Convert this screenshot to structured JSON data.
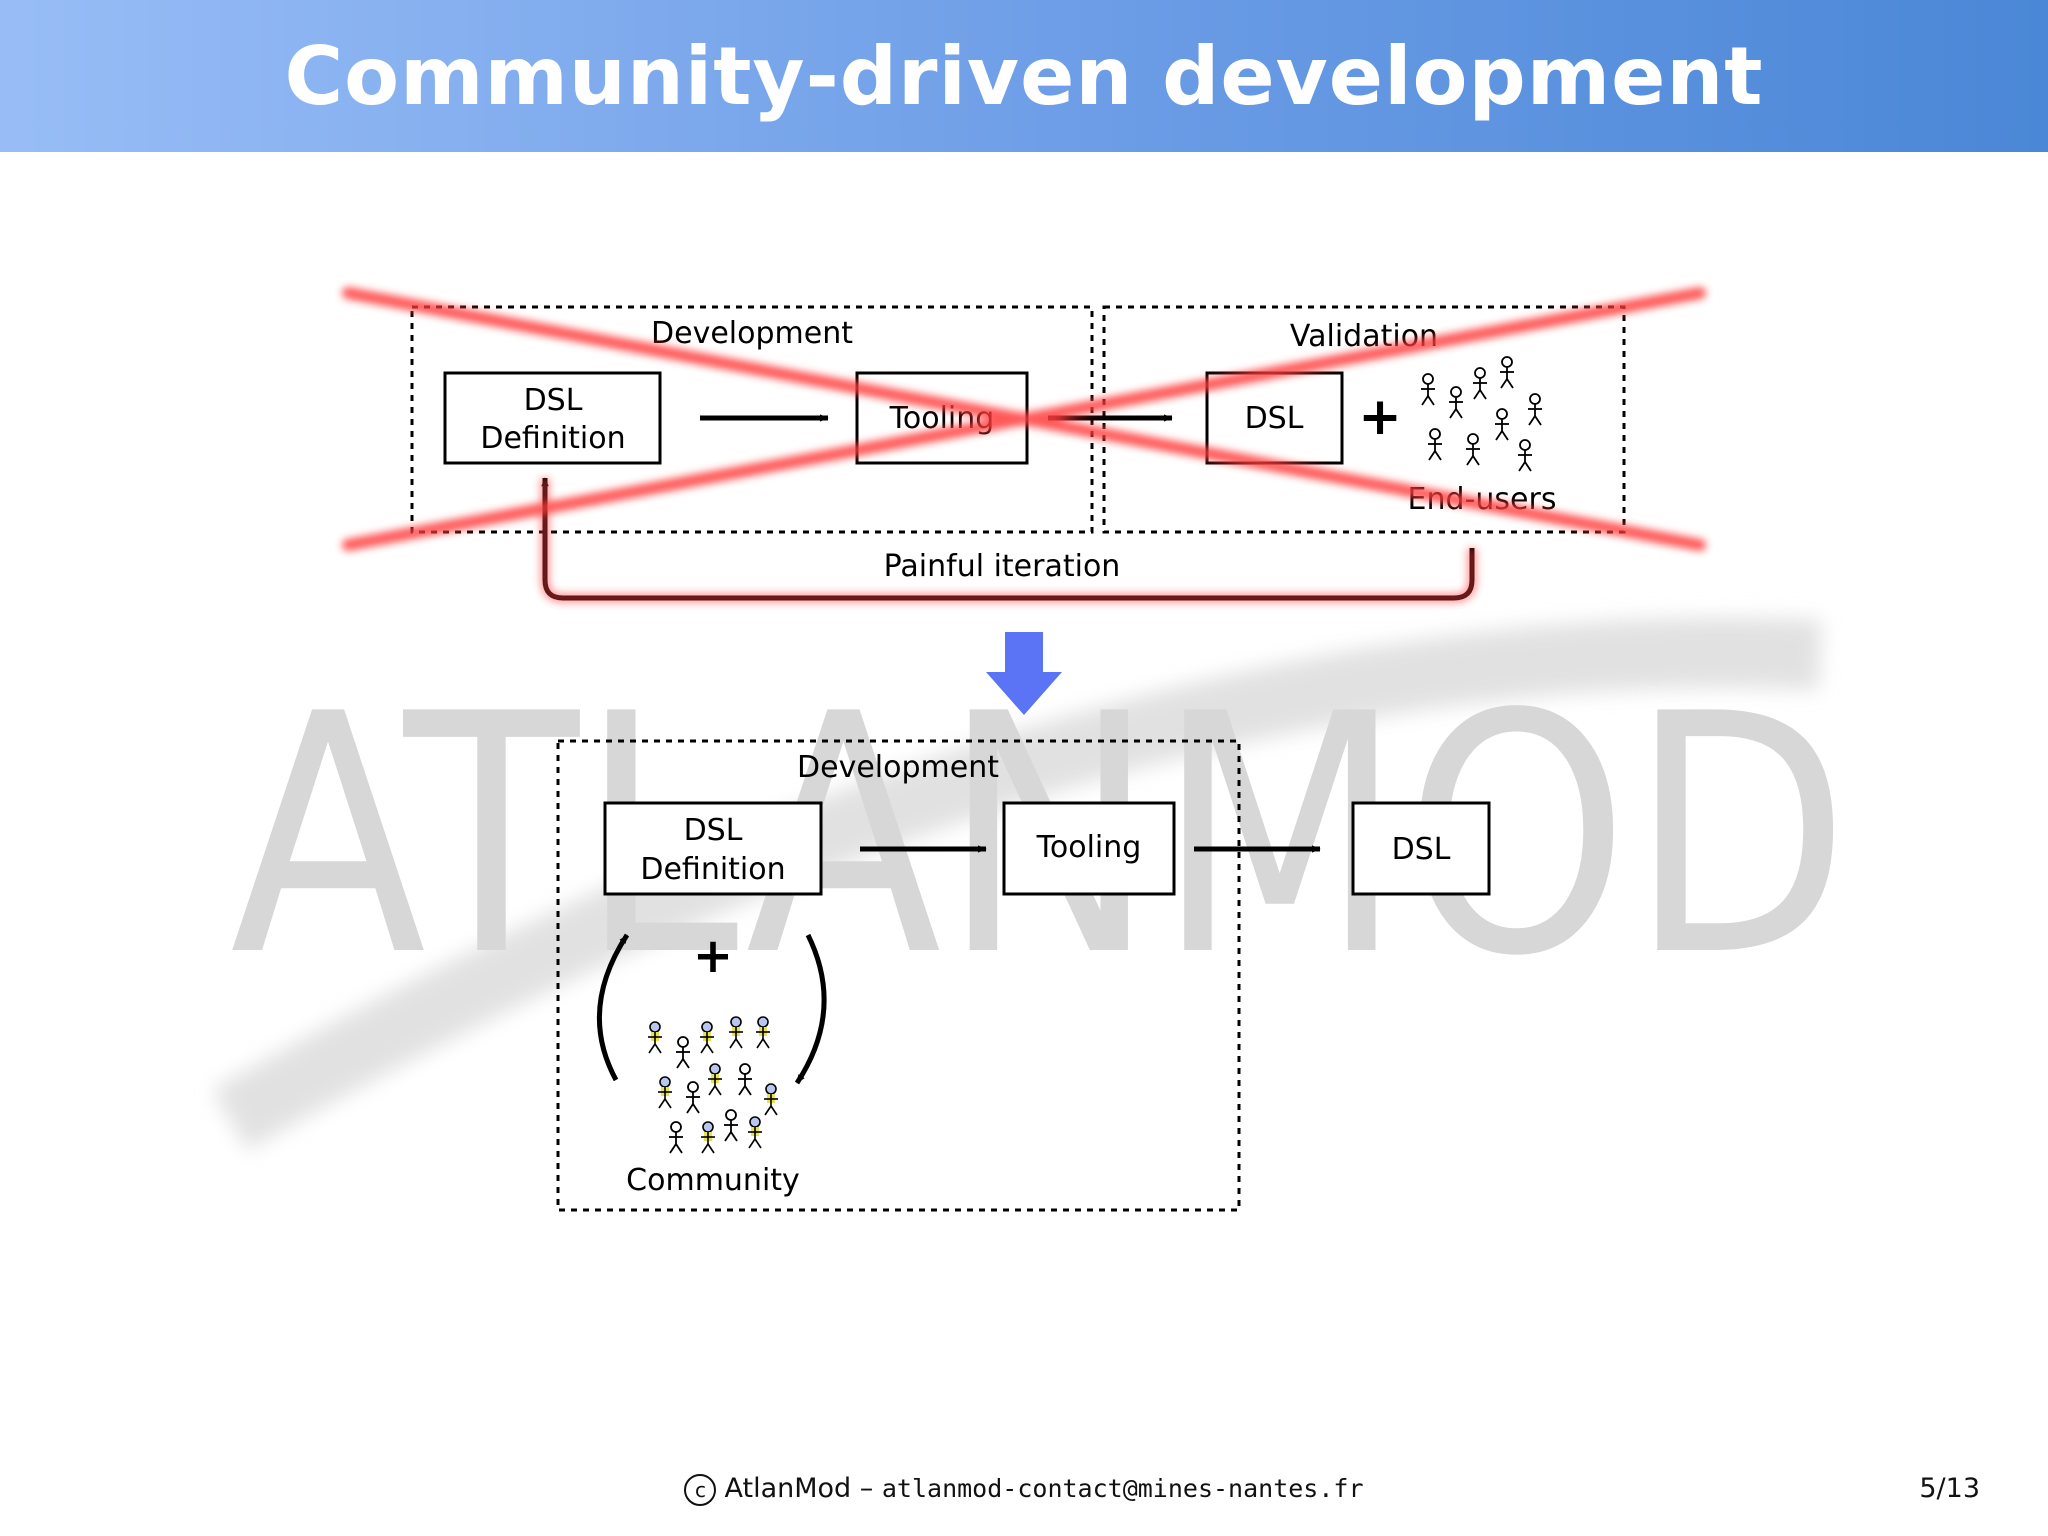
{
  "slide": {
    "title": "Community-driven development",
    "watermark": "ATLANMOD"
  },
  "old_process": {
    "development_label": "Development",
    "dsl_definition": [
      "DSL",
      "Definition"
    ],
    "tooling": "Tooling",
    "validation_label": "Validation",
    "dsl": "DSL",
    "plus": "+",
    "end_users_label": "End-users",
    "iteration_label": "Painful iteration",
    "crossed_out": true
  },
  "new_process": {
    "development_label": "Development",
    "dsl_definition": [
      "DSL",
      "Definition"
    ],
    "tooling": "Tooling",
    "dsl": "DSL",
    "plus": "+",
    "community_label": "Community"
  },
  "footer": {
    "org": "AtlanMod",
    "separator": "–",
    "email": "atlanmod-contact@mines-nantes.fr",
    "page": "5/13"
  },
  "colors": {
    "cross": "#ff3b3b",
    "down_arrow": "#5b73f5",
    "header_start": "#98bdf6",
    "header_end": "#4a87d6"
  }
}
